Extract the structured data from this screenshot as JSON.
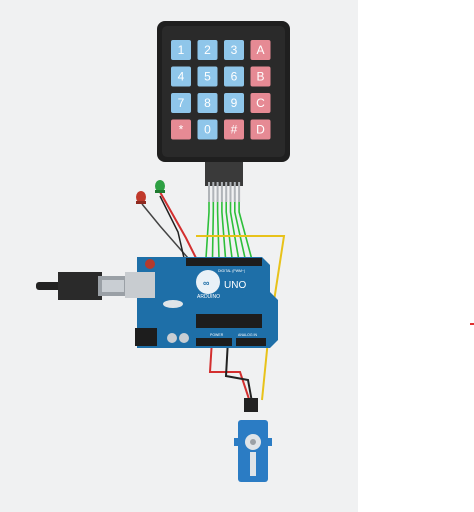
{
  "canvas": {
    "background": "#f0f1f2"
  },
  "keypad": {
    "keys": [
      "1",
      "2",
      "3",
      "A",
      "4",
      "5",
      "6",
      "B",
      "7",
      "8",
      "9",
      "C",
      "*",
      "0",
      "#",
      "D"
    ],
    "digit_color": "#8fc6ea",
    "letter_color": "#e68a94"
  },
  "arduino": {
    "brand": "ARDUINO",
    "model": "UNO",
    "digital_label": "DIGITAL (PWM~)",
    "power_label": "POWER",
    "analog_label": "ANALOG IN",
    "board_color": "#1e6fa8"
  },
  "leds": [
    {
      "name": "red-led",
      "color": "#c0392b"
    },
    {
      "name": "green-led",
      "color": "#2ea043"
    }
  ],
  "servo": {
    "color": "#2b7cc4"
  },
  "wires": {
    "keypad_color": "#2dbf3a",
    "signal_color": "#e8c21a",
    "power_color": "#d32f2f",
    "ground_color": "#222222"
  }
}
